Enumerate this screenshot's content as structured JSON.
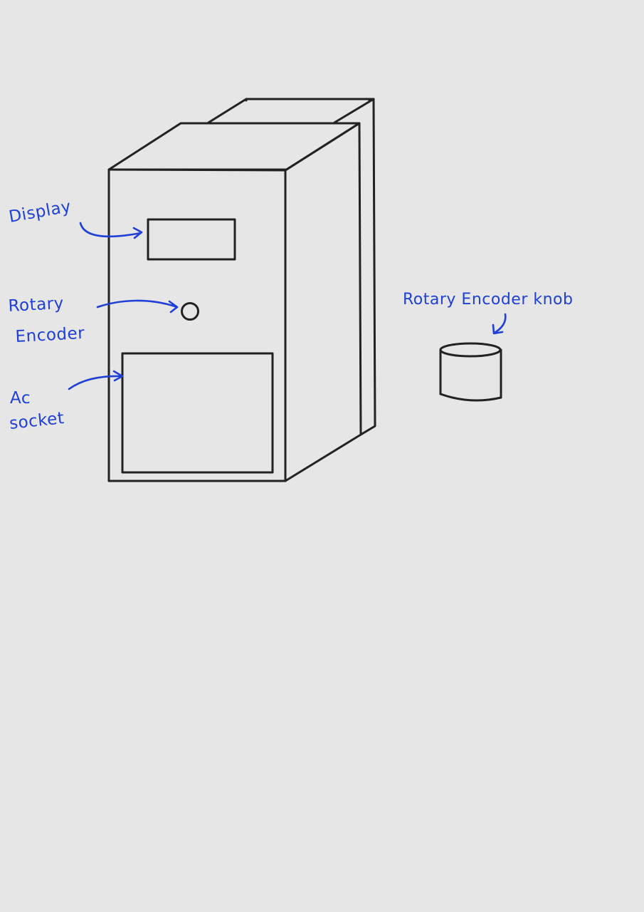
{
  "colors": {
    "background": "#e6e6e6",
    "outline": "#222222",
    "annotation": "#1f3fd6"
  },
  "labels": {
    "display": "Display",
    "rotary_encoder_line1": "Rotary",
    "rotary_encoder_line2": "Encoder",
    "ac_socket_line1": "Ac",
    "ac_socket_line2": "socket",
    "knob": "Rotary Encoder knob"
  }
}
